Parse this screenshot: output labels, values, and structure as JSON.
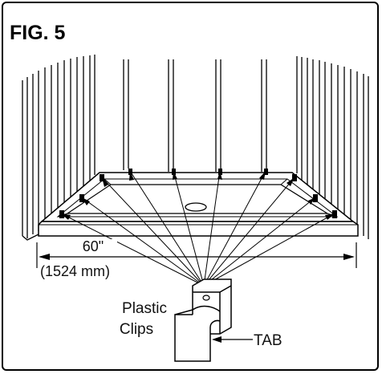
{
  "figure": {
    "title": "FIG. 5"
  },
  "dimension": {
    "width_in": "60\"",
    "width_mm": "(1524 mm)"
  },
  "callouts": {
    "plastic_clips_line1": "Plastic",
    "plastic_clips_line2": "Clips",
    "tab": "TAB"
  }
}
